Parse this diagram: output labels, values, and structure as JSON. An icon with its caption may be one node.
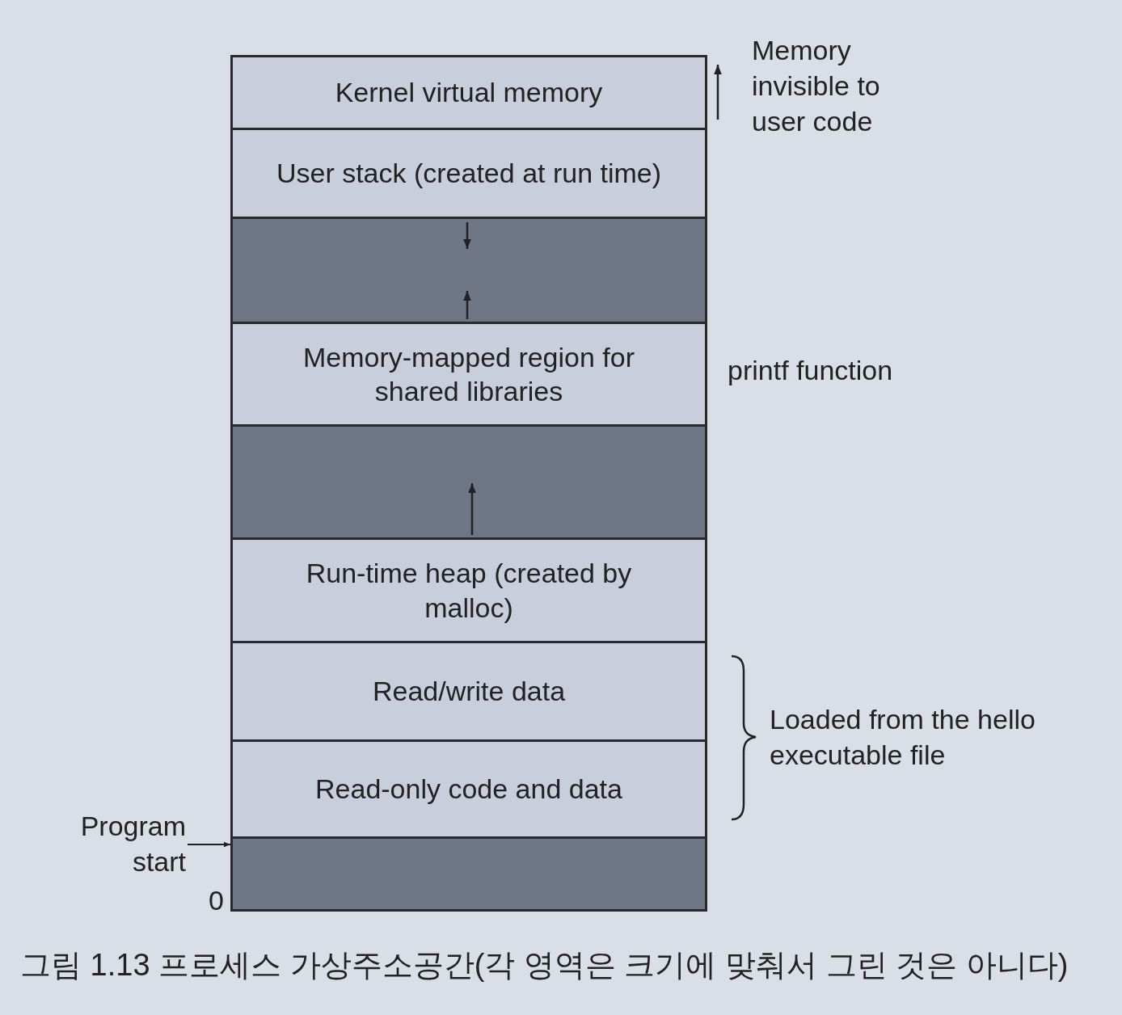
{
  "diagram": {
    "caption": "그림 1.13 프로세스 가상주소공간(각 영역은 크기에 맞춰서 그린 것은 아니다)",
    "nodes": [
      {
        "text": [
          "Kernel virtual memory"
        ],
        "beside": [
          "Memory invisible to user code"
        ]
      },
      {
        "text": [
          "User stack (created at run time)"
        ]
      },
      {
        "text": [],
        "shape": "box"
      },
      {
        "text": [
          "Memory-mapped region for shared libraries"
        ],
        "beside": [
          "printf function"
        ]
      },
      {
        "text": [],
        "shape": "box"
      },
      {
        "text": [
          "Run-time heap (created by malloc)"
        ]
      },
      {
        "text": [
          "Read/write data"
        ]
      },
      {
        "text": [
          "Read-only code and data"
        ]
      },
      {
        "text": [],
        "shape": "box"
      },
      {
        "text": [
          "Program start"
        ]
      }
    ],
    "edges": [
      {
        "from": 9,
        "to": 8,
        "arrow": "to"
      }
    ],
    "labels": [
      "Loaded from the hello executable file",
      "0"
    ]
  }
}
